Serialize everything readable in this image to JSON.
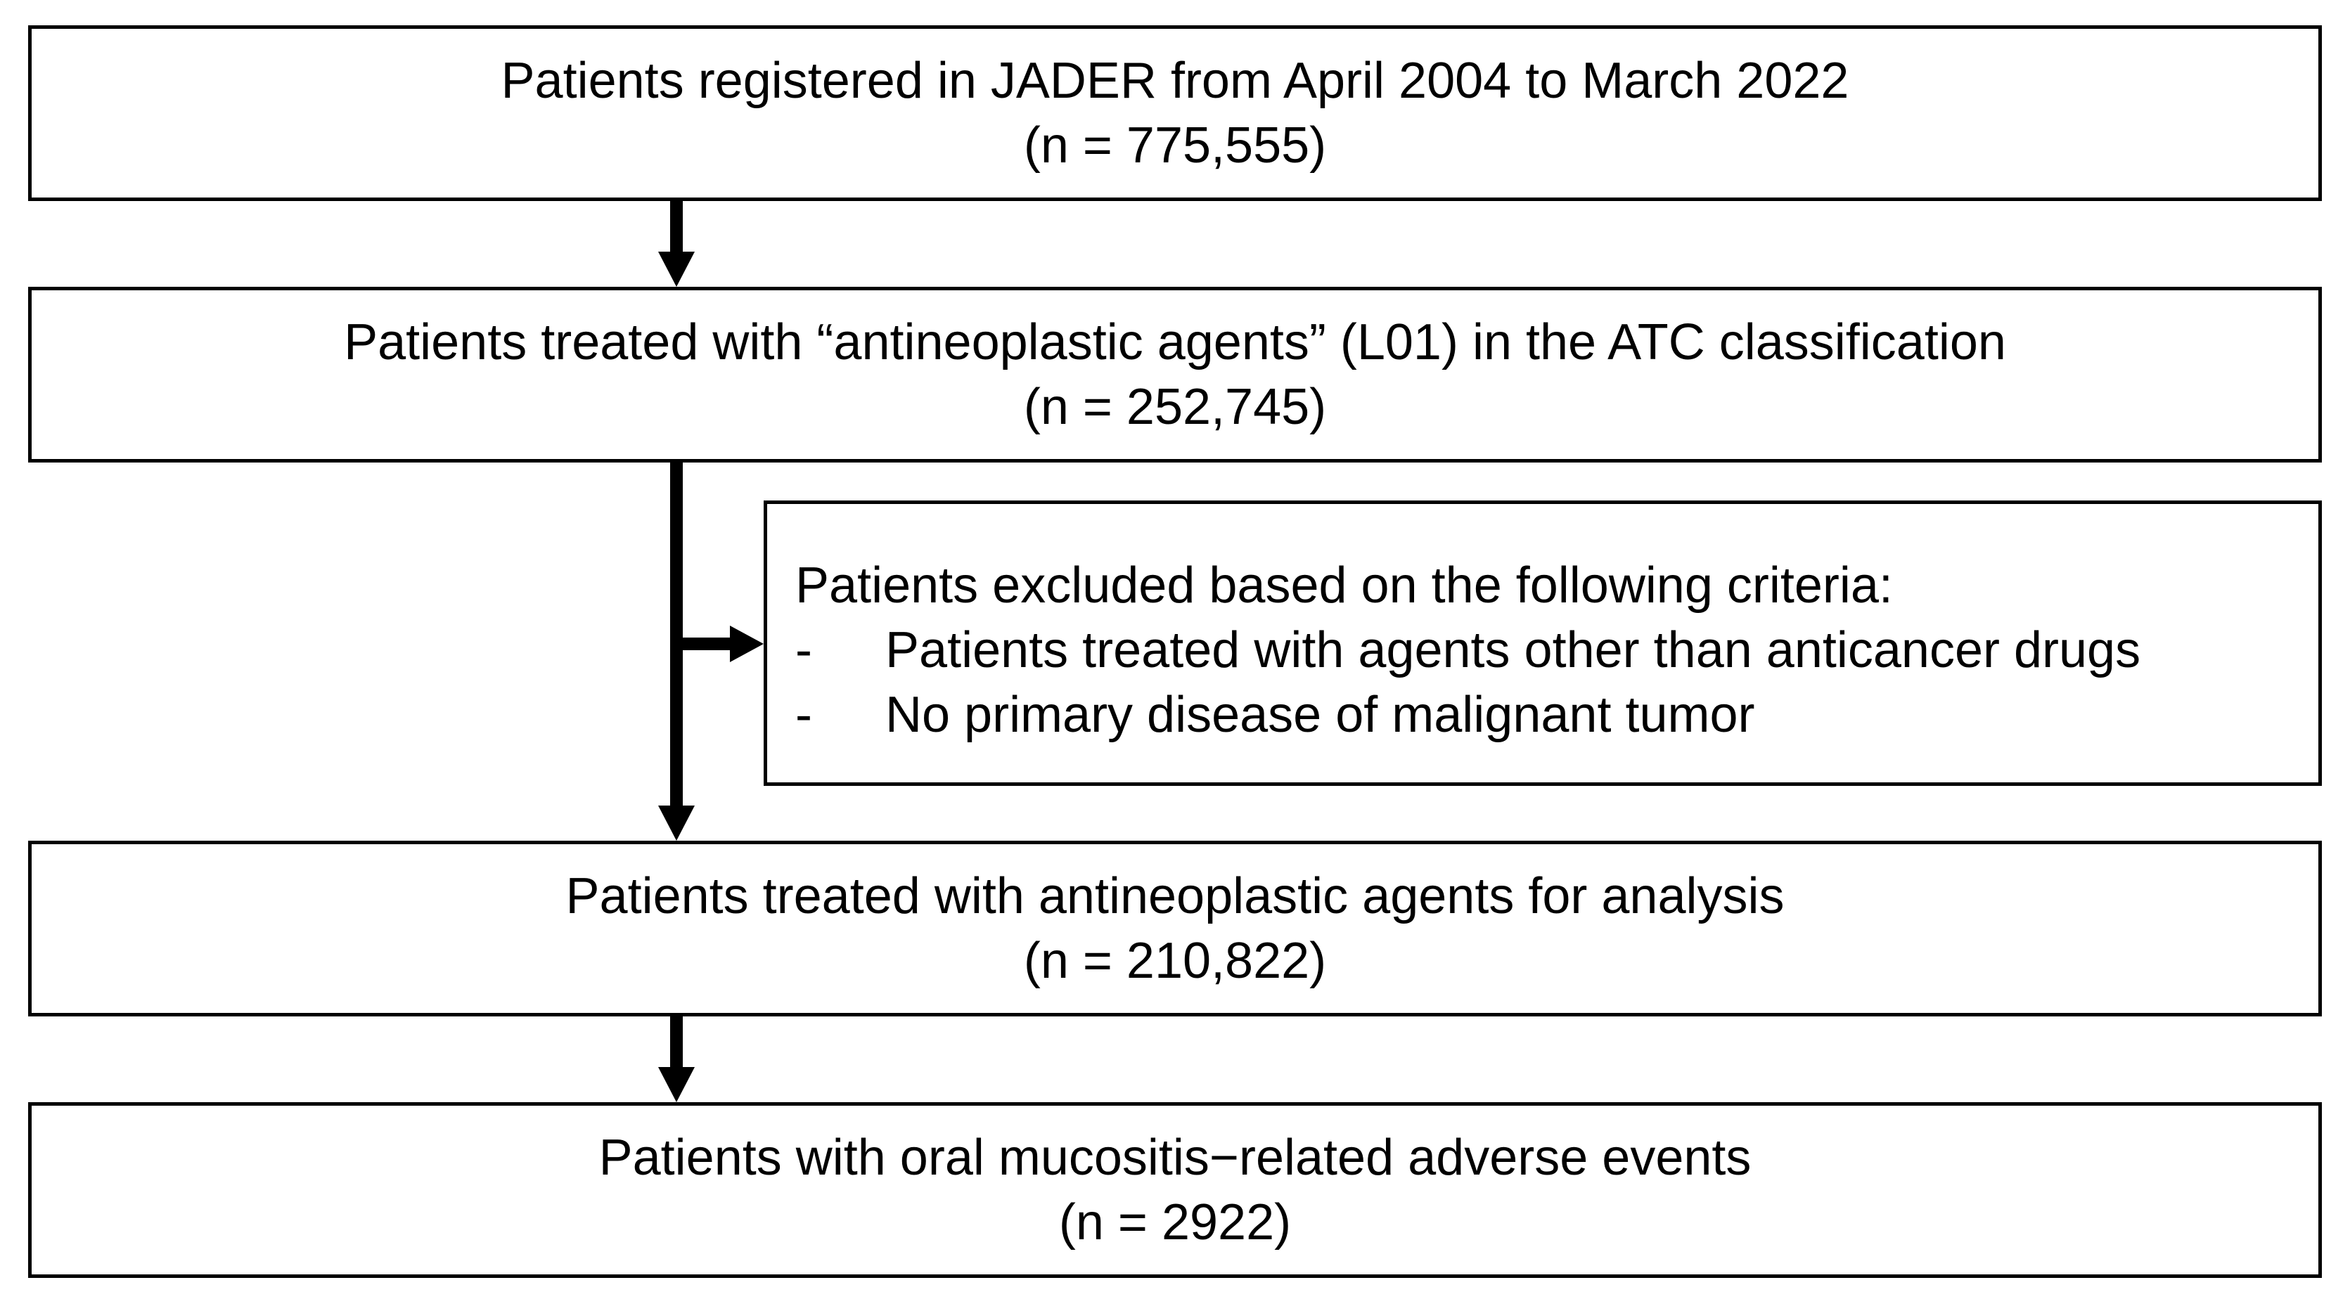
{
  "flow": {
    "step1": {
      "title": "Patients registered in JADER from April 2004 to March 2022",
      "count": "(n = 775,555)"
    },
    "step2": {
      "title": "Patients treated with “antineoplastic agents” (L01) in the ATC classification",
      "count": "(n = 252,745)"
    },
    "exclusion": {
      "heading": "Patients excluded based on the following criteria:",
      "items": [
        {
          "bullet": "-",
          "text": "Patients treated with agents other than anticancer drugs"
        },
        {
          "bullet": "-",
          "text": "No primary disease of malignant tumor"
        }
      ]
    },
    "step3": {
      "title": "Patients treated with antineoplastic agents for analysis",
      "count": "(n = 210,822)"
    },
    "step4": {
      "title": "Patients with oral mucositis−related adverse events",
      "count": "(n = 2922)"
    }
  }
}
